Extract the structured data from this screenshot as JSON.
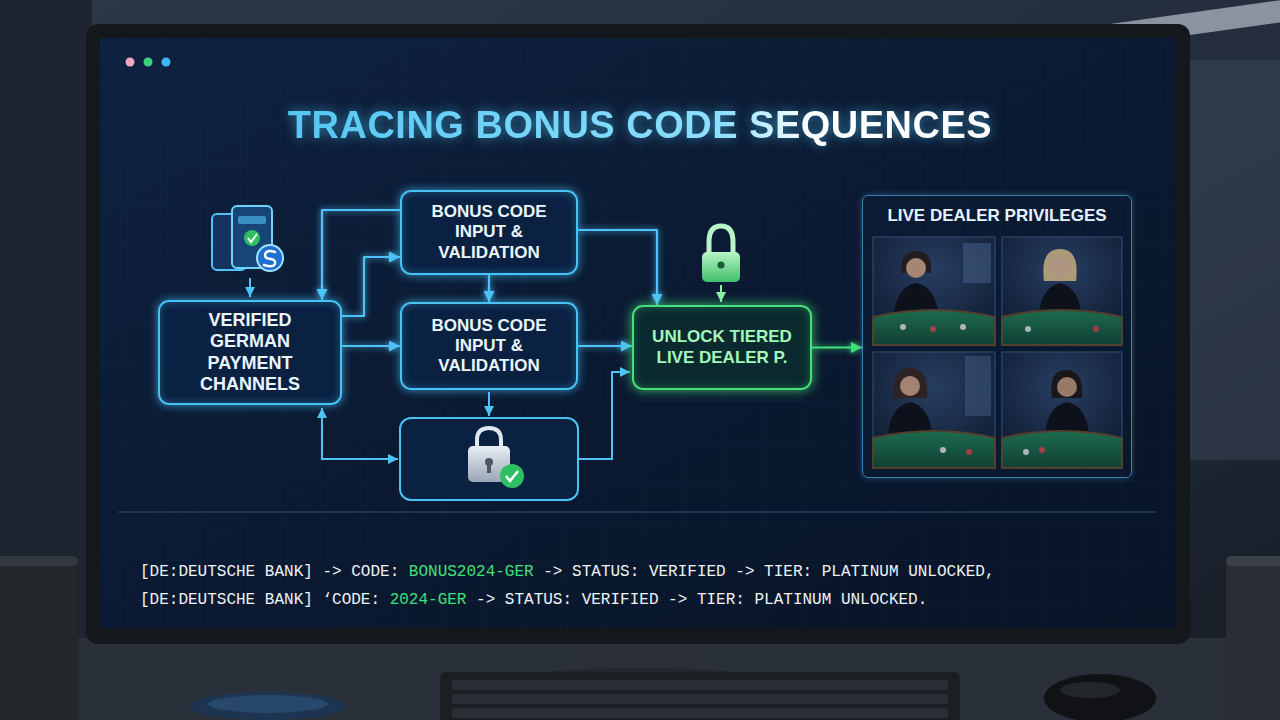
{
  "diagram": {
    "title": "TRACING BONUS CODE SEQUENCES",
    "nodes": [
      {
        "text": [
          "VERIFIED GERMAN PAYMENT CHANNELS"
        ]
      },
      {
        "text": [
          "BONUS CODE INPUT & VALIDATION"
        ]
      },
      {
        "text": [
          "BONUS CODE INPUT & VALIDATION"
        ]
      },
      {
        "text": [
          "UNLOCK TIERED LIVE DEALER P."
        ]
      },
      {
        "text": [
          "LIVE DEALER PRIVILEGES"
        ]
      }
    ],
    "edges": [
      {
        "from": 0,
        "to": 1,
        "arrow": "to"
      },
      {
        "from": 1,
        "to": 0,
        "arrow": "to"
      },
      {
        "from": 0,
        "to": 2,
        "arrow": "to"
      },
      {
        "from": 1,
        "to": 2,
        "arrow": "to"
      },
      {
        "from": 1,
        "to": 3,
        "arrow": "to"
      },
      {
        "from": 2,
        "to": 3,
        "arrow": "to"
      },
      {
        "from": 3,
        "to": 4,
        "arrow": "to"
      }
    ],
    "labels": [
      "[DE:DEUTSCHE BANK] -> CODE:",
      "BONUS2024-GER",
      "-> STATUS: VERIFIED -> TIER: PLATINUM UNLOCKED,",
      "[DE:DEUTSCHE BANK] ‘CODE:",
      "2024-GER",
      "-> STATUS: VERIFIED -> TIER: PLATINUM UNLOCKED."
    ]
  }
}
